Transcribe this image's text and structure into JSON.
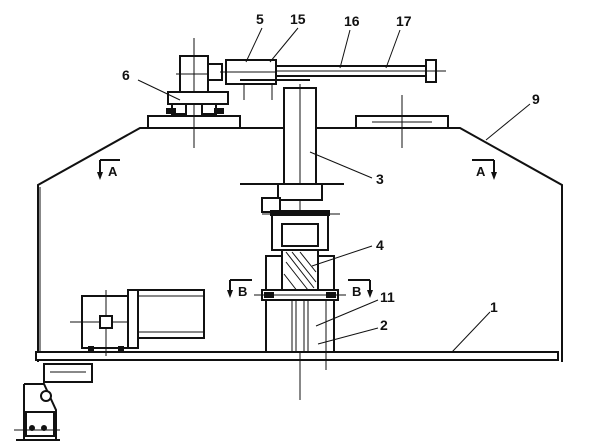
{
  "labels": {
    "l1": "1",
    "l2": "2",
    "l3": "3",
    "l4": "4",
    "l5": "5",
    "l6": "6",
    "l9": "9",
    "l11": "11",
    "l15": "15",
    "l16": "16",
    "l17": "17"
  },
  "sections": {
    "a": "A",
    "b": "B"
  }
}
